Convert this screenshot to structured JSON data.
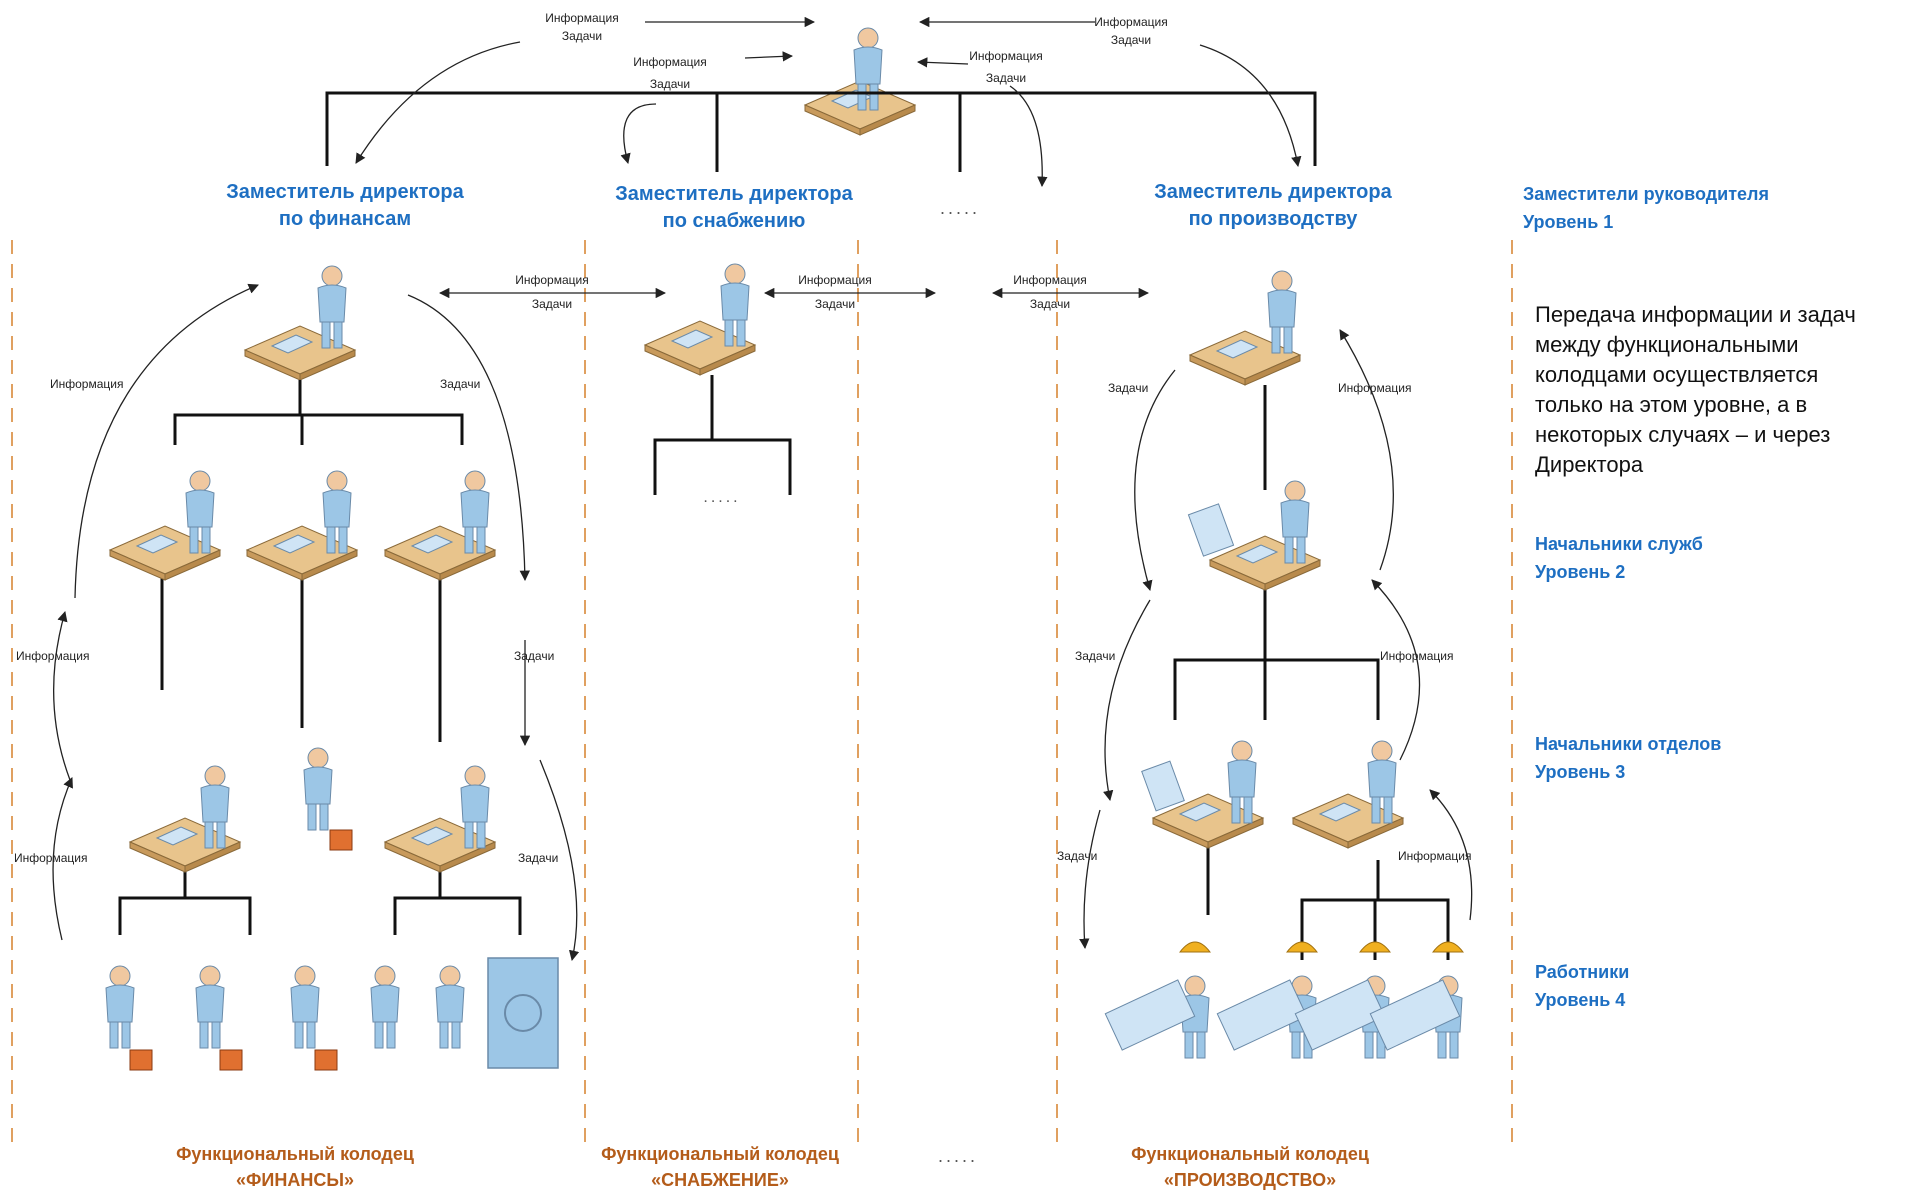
{
  "top": {
    "left_outer": {
      "l1": "Информация",
      "l2": "Задачи"
    },
    "left_inner": {
      "l1": "Информация",
      "l2": "Задачи"
    },
    "right_inner": {
      "l1": "Информация",
      "l2": "Задачи"
    },
    "right_outer": {
      "l1": "Информация",
      "l2": "Задачи"
    }
  },
  "deputies": {
    "finance": {
      "l1": "Заместитель директора",
      "l2": "по финансам"
    },
    "supply": {
      "l1": "Заместитель директора",
      "l2": "по снабжению"
    },
    "production": {
      "l1": "Заместитель директора",
      "l2": "по производству"
    },
    "ellipsis": "....."
  },
  "legend": {
    "level1": {
      "l1": "Заместители руководителя",
      "l2": "Уровень 1"
    },
    "note": [
      "Передача информации и задач",
      "между функциональными",
      "колодцами осуществляется",
      "только на этом уровне, а в",
      "некоторых случаях – и через",
      "Директора"
    ],
    "level2": {
      "l1": "Начальники служб",
      "l2": "Уровень 2"
    },
    "level3": {
      "l1": "Начальники отделов",
      "l2": "Уровень 3"
    },
    "level4": {
      "l1": "Работники",
      "l2": "Уровень 4"
    }
  },
  "exchange": {
    "a": {
      "l1": "Информация",
      "l2": "Задачи"
    },
    "b": {
      "l1": "Информация",
      "l2": "Задачи"
    },
    "c": {
      "l1": "Информация",
      "l2": "Задачи"
    }
  },
  "finance_flow": {
    "info": "Информация",
    "tasks": "Задачи"
  },
  "production_flow": {
    "info": "Информация",
    "tasks": "Задачи"
  },
  "supply_dots": ".....",
  "wells": {
    "finance": {
      "l1": "Функциональный колодец",
      "l2": "«ФИНАНСЫ»"
    },
    "supply": {
      "l1": "Функциональный колодец",
      "l2": "«СНАБЖЕНИЕ»"
    },
    "production": {
      "l1": "Функциональный колодец",
      "l2": "«ПРОИЗВОДСТВО»"
    },
    "ellipsis": "....."
  },
  "colors": {
    "heading": "#1e6fc2",
    "well_title": "#b45c1a",
    "divider": "#e0a060",
    "person": "#9cc6e6",
    "desk": "#e8c48c",
    "briefcase": "#e07030",
    "helmet": "#f0b020"
  }
}
